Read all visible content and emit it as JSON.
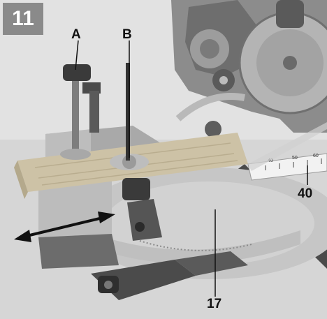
{
  "figure": {
    "step_number": "11",
    "callouts": {
      "a": "A",
      "b": "B",
      "rule_reading": "40",
      "turntable": "17"
    },
    "scale_markings": [
      "40",
      "50",
      "60"
    ]
  },
  "colors": {
    "badge_bg": "#8a8a8a",
    "background": "#d9d9d9",
    "saw_body": "#7a7a7a",
    "dark_metal": "#3d3d3d",
    "wood": "#cfc4a8",
    "turntable": "#c2c2c2"
  }
}
